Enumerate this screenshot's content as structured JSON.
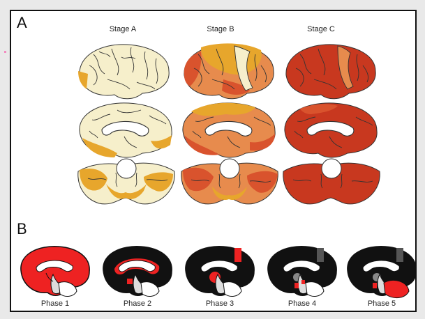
{
  "panel_a": {
    "letter": "A",
    "stages": [
      "Stage A",
      "Stage B",
      "Stage C"
    ]
  },
  "panel_b": {
    "letter": "B",
    "phases": [
      "Phase 1",
      "Phase 2",
      "Phase 3",
      "Phase 4",
      "Phase 5"
    ]
  },
  "colors": {
    "cream": "#f6efcb",
    "amber": "#e7a62c",
    "orange": "#e78b4d",
    "red_orange": "#d9532d",
    "dark_red": "#c8381f",
    "phase_red": "#ee2222",
    "phase_black": "#111111"
  }
}
